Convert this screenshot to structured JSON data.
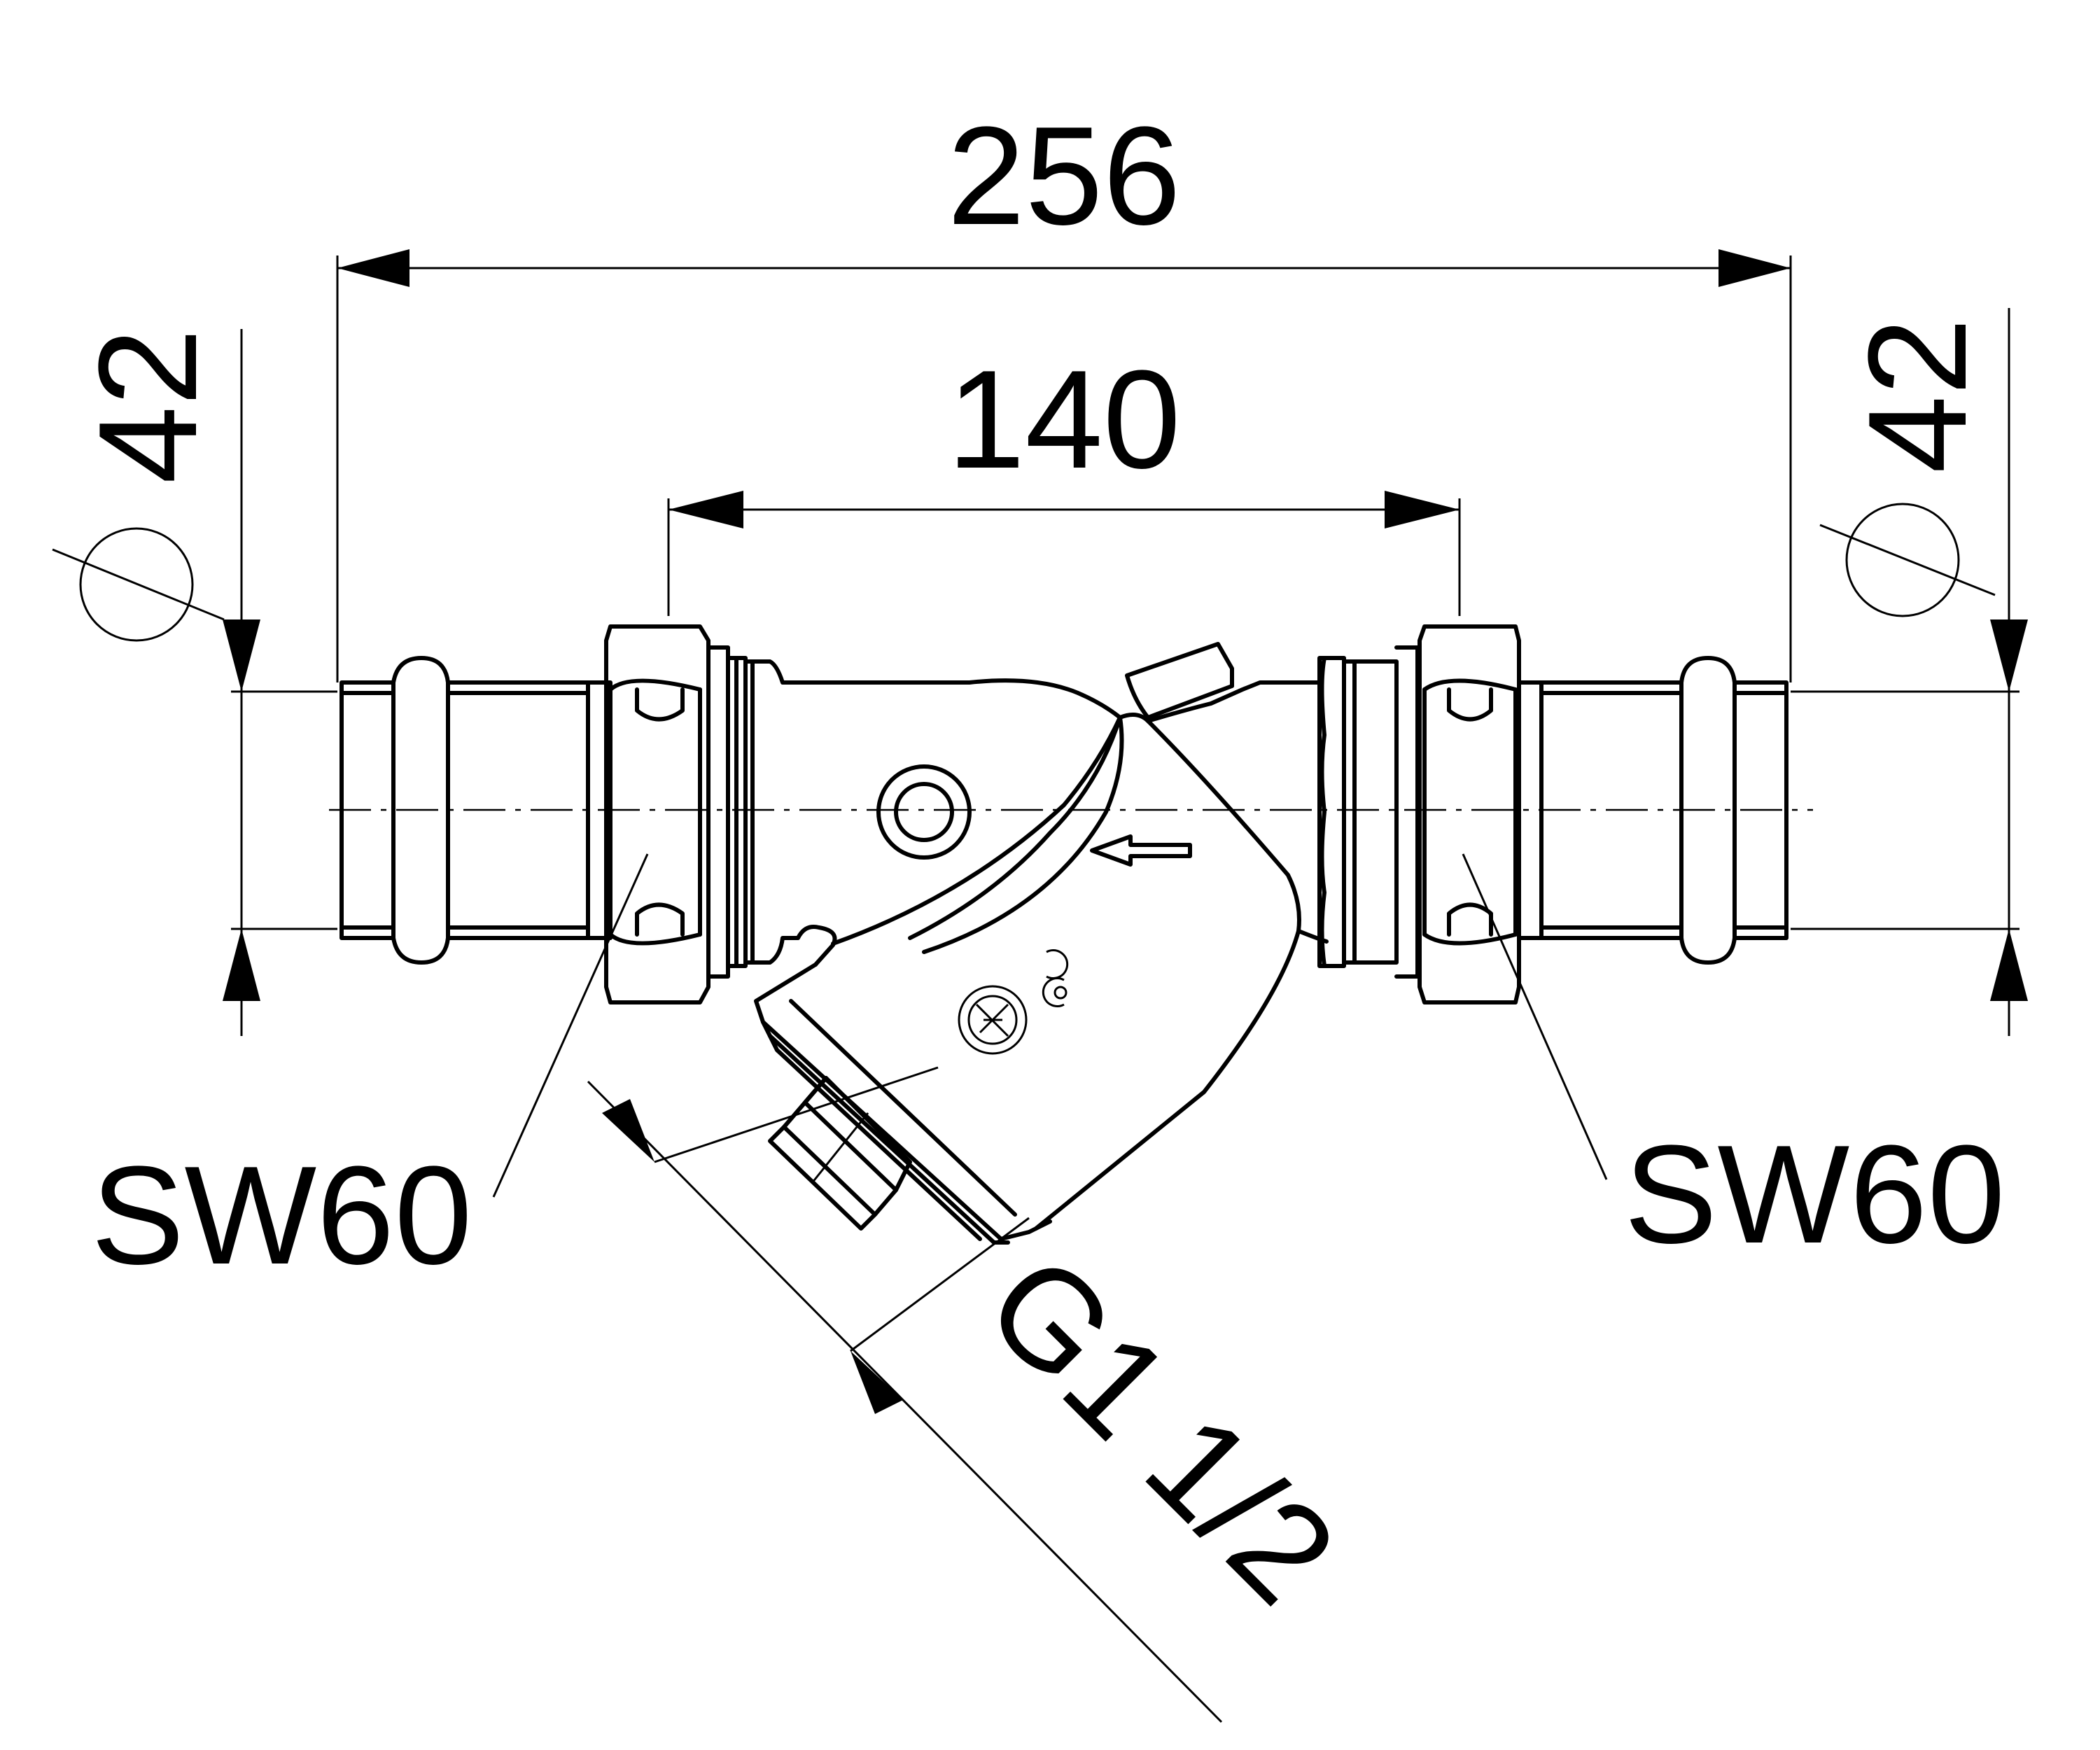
{
  "dimensions": {
    "overall_length": "256",
    "inner_length": "140",
    "diameter_left": "42",
    "diameter_right": "42",
    "wrench_left": "SW60",
    "wrench_right": "SW60",
    "drain_thread": "G1 1/2"
  },
  "symbols": {
    "diameter": "diameter-icon",
    "flow_direction": "flow-arrow-icon",
    "certification_mark": "certification-mark-icon",
    "approval_mark": "approval-mark-icon"
  }
}
